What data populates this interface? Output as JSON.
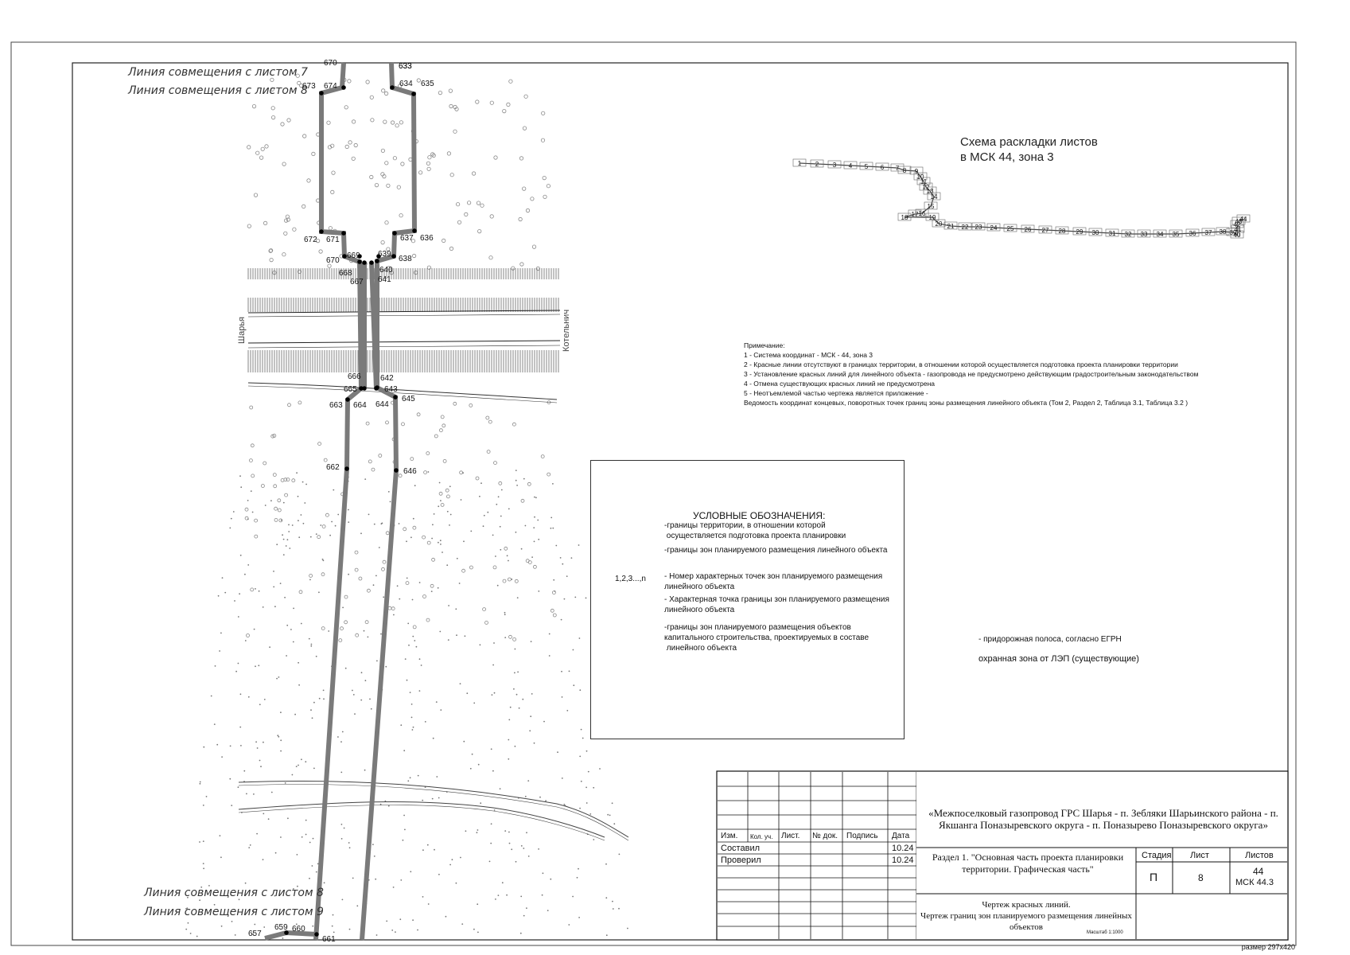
{
  "match_lines": {
    "top_sheet7": "Линия совмещения с листом 7",
    "top_sheet8": "Линия совмещения с листом 8",
    "bottom_sheet8": "Линия совмещения с листом 8",
    "bottom_sheet9": "Линия совмещения с листом 9"
  },
  "streets": {
    "left": "Шарья",
    "right": "Котельнич"
  },
  "point_labels": [
    "673",
    "674",
    "633",
    "634",
    "635",
    "672",
    "671",
    "637",
    "636",
    "670",
    "669",
    "639",
    "638",
    "668",
    "640",
    "667",
    "641",
    "666",
    "642",
    "665",
    "643",
    "663",
    "664",
    "644",
    "645",
    "662",
    "646",
    "657",
    "659",
    "660",
    "661",
    "670",
    "633"
  ],
  "scheme": {
    "title": "Схема раскладки листов\nв МСК 44, зона 3",
    "sheet_numbers": [
      "1",
      "2",
      "3",
      "4",
      "5",
      "6",
      "7",
      "8",
      "9",
      "10",
      "11",
      "12",
      "13",
      "14",
      "15",
      "16",
      "17",
      "18",
      "19",
      "20",
      "21",
      "22",
      "23",
      "24",
      "25",
      "26",
      "27",
      "28",
      "29",
      "30",
      "31",
      "32",
      "33",
      "34",
      "35",
      "36",
      "37",
      "38",
      "39",
      "40",
      "41",
      "42",
      "43",
      "44"
    ]
  },
  "notes": {
    "title": "Примечание:",
    "items": [
      "1 - Система координат - МСК - 44, зона 3",
      "2 - Красные линии отсутствуют в границах территории, в отношении которой осуществляется подготовка проекта планировки территории",
      "3 - Установление красных линий для линейного объекта - газопровода не предусмотрено действующим градостроительным законодательством",
      "4 - Отмена существующих красных линий не предусмотрена",
      "5 - Неотъемлемой частью чертежа является приложение -",
      "Ведомость координат концевых, поворотных точек границ зоны размещения линейного объекта (Том 2, Раздел 2, Таблица 3.1, Таблица 3.2 )"
    ]
  },
  "legend": {
    "title": "УСЛОВНЫЕ ОБОЗНАЧЕНИЯ:",
    "items": [
      "-границы территории, в отношении которой\n осуществляется подготовка проекта планировки",
      "-границы зон планируемого размещения линейного объекта",
      "- Номер характерных точек зон планируемого размещения\nлинейного объекта",
      "- Характерная точка границы зон планируемого размещения\nлинейного объекта",
      "-границы зон планируемого размещения объектов\nкапитального строительства, проектируемых в составе\n линейного объекта"
    ],
    "numbering_sample": "1,2,3...,n"
  },
  "extra_legend": {
    "roadside": "- придорожная полоса, согласно ЕГРН",
    "power_zone": "охранная зона от ЛЭП (существующие)"
  },
  "stamp": {
    "headers": [
      "Изм.",
      "Кол. уч.",
      "Лист.",
      "№ док.",
      "Подпись",
      "Дата"
    ],
    "rows": [
      {
        "role": "Составил",
        "date": "10.24"
      },
      {
        "role": "Проверил",
        "date": "10.24"
      }
    ],
    "project_title": "«Межпоселковый газопровод ГРС Шарья - п. Зебляки Шарьинского района - п. Якшанга Поназыревского округа - п. Поназырево Поназыревского округа»",
    "section": "Раздел 1. \"Основная часть проекта планировки территории. Графическая часть\"",
    "stage_label": "Стадия",
    "sheet_label": "Лист",
    "sheets_label": "Листов",
    "stage": "П",
    "sheet": "8",
    "sheets": "44",
    "code": "МСК 44.3",
    "drawing_title": "Чертеж красных линий.\nЧертеж границ зон планируемого размещения линейных объектов",
    "scale": "Масштаб 1:1000"
  },
  "page_size": "размер 297х420",
  "colors": {
    "boundary": "#7a7a7a",
    "frame": "#222222",
    "hatch": "#555555"
  }
}
